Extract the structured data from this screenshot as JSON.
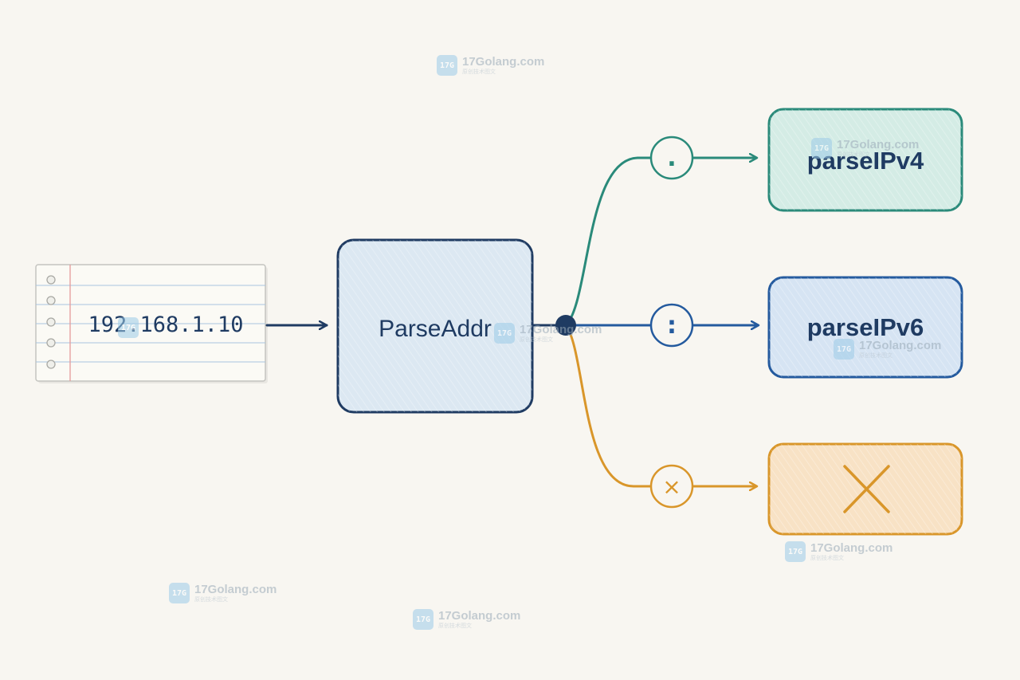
{
  "input": {
    "value": "192.168.1.10"
  },
  "main": {
    "label": "ParseAddr"
  },
  "branches": [
    {
      "id": "ipv4",
      "symbol": ".",
      "target": "parseIPv4",
      "color": "#2a8a7a",
      "fill": "#d4ece5"
    },
    {
      "id": "ipv6",
      "symbol": ":",
      "target": "parseIPv6",
      "color": "#245a9e",
      "fill": "#d6e4f3"
    },
    {
      "id": "error",
      "symbol": "×",
      "target": "",
      "color": "#d9962a",
      "fill": "#f8e2c5"
    }
  ],
  "colors": {
    "main_stroke": "#1f3b62",
    "main_fill": "#dce8f2",
    "node": "#1f3b62",
    "note_lines": "#a8c4e0",
    "note_margin": "#e59a9a"
  },
  "watermark": {
    "site": "17Golang.com",
    "subtitle": "原创技术图文",
    "logo": "17G"
  }
}
